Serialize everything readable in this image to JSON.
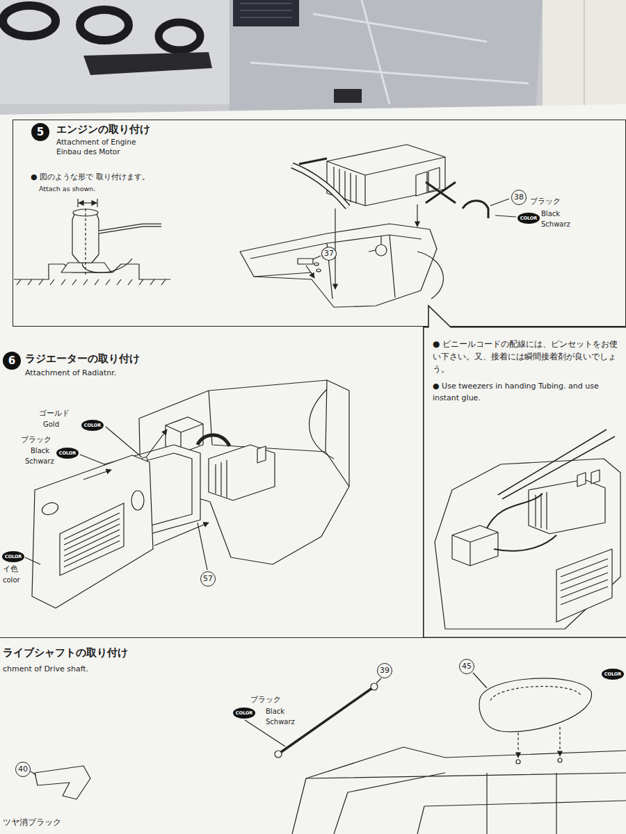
{
  "diagram": {
    "nodes": [
      {
        "text": [
          "エンジンの取り付け",
          "Attachment of Engine",
          "Einbau des Motor"
        ]
      },
      {
        "text": [
          "5"
        ],
        "in": 0
      },
      {
        "text": [
          "38"
        ],
        "in": 0
      },
      {
        "text": [
          "COLOR"
        ],
        "in": 0
      },
      {
        "text": [
          "37"
        ],
        "in": 0
      },
      {
        "text": [
          "ラジエーターの取り付け",
          "Attachment of Radiatnr."
        ]
      },
      {
        "text": [
          "6"
        ],
        "in": 5
      },
      {
        "text": [
          "COLOR"
        ],
        "in": 5
      },
      {
        "text": [
          "COLOR"
        ],
        "in": 5
      },
      {
        "text": [
          "COLOR"
        ],
        "in": 5
      },
      {
        "text": [
          "57"
        ],
        "in": 5
      },
      {
        "text": [
          "● ビニールコードの配線には、ピンセットをお使い下さい。又、接着には瞬間接着剤が良いでしょう。",
          "● Use tweezers in handing Tubing. and use instant glue."
        ]
      },
      {
        "text": [
          "ライブシャフトの取り付け",
          "chment of Drive shaft."
        ]
      },
      {
        "text": [
          "39"
        ],
        "in": 12
      },
      {
        "text": [
          "45"
        ],
        "in": 12
      },
      {
        "text": [
          "COLOR"
        ],
        "in": 12
      },
      {
        "text": [
          "COLOR"
        ],
        "in": 12
      },
      {
        "text": [
          "40"
        ],
        "in": 12
      }
    ],
    "labels": [
      "● 図のような形で 取り付けます。",
      "Attach as shown.",
      "ブラック",
      "Black",
      "Schwarz",
      "ゴールド",
      "Gold",
      "ブラック",
      "Black",
      "Schwarz",
      "イ色",
      "color",
      "ブラック",
      "Black",
      "Schwarz",
      "ツヤ消ブラック"
    ]
  }
}
